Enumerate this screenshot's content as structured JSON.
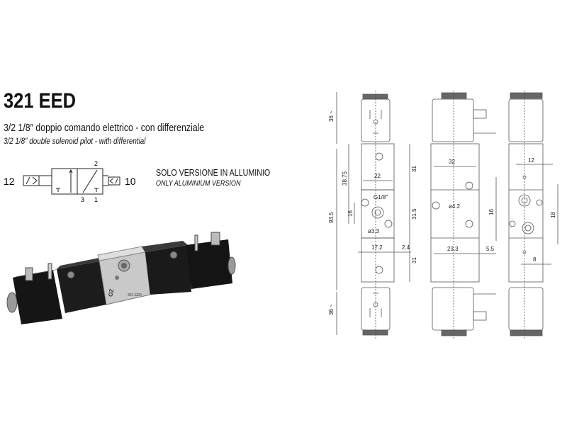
{
  "product": {
    "code": "321 EED",
    "description_it": "3/2 1/8″ doppio comando elettrico - con differenziale",
    "description_en": "3/2 1/8″ double solenoid pilot - with differential",
    "version_it": "SOLO VERSIONE IN ALLUMINIO",
    "version_en": "ONLY ALUMINIUM VERSION"
  },
  "symbol": {
    "port_left": "12",
    "port_right": "10",
    "port_top": "2",
    "port_bottom_left": "3",
    "port_bottom_right": "1"
  },
  "photo": {
    "brand_mark": "OZ",
    "label_code": "321 EED"
  },
  "drawing": {
    "front_view": {
      "coil_top_height": "36 ~",
      "coil_bottom_height": "36 ~",
      "total_height": "93.5",
      "upper_offset": "38.75",
      "width": "22",
      "upper_block": "31",
      "lower_block": "31",
      "center_block": "31.5",
      "hole_spacing": "16",
      "port_thread": "G1/8″",
      "hole_dia": "ø3.3",
      "hole_offset": "17.2",
      "edge_offset": "2.4"
    },
    "side_view": {
      "width": "32",
      "hole_dia": "ø4.2",
      "hole_spacing": "16",
      "hole_offset": "23.3",
      "edge_offset": "5.5"
    },
    "back_view": {
      "top_offset": "12",
      "port_spacing": "18",
      "bottom_offset": "8"
    }
  }
}
